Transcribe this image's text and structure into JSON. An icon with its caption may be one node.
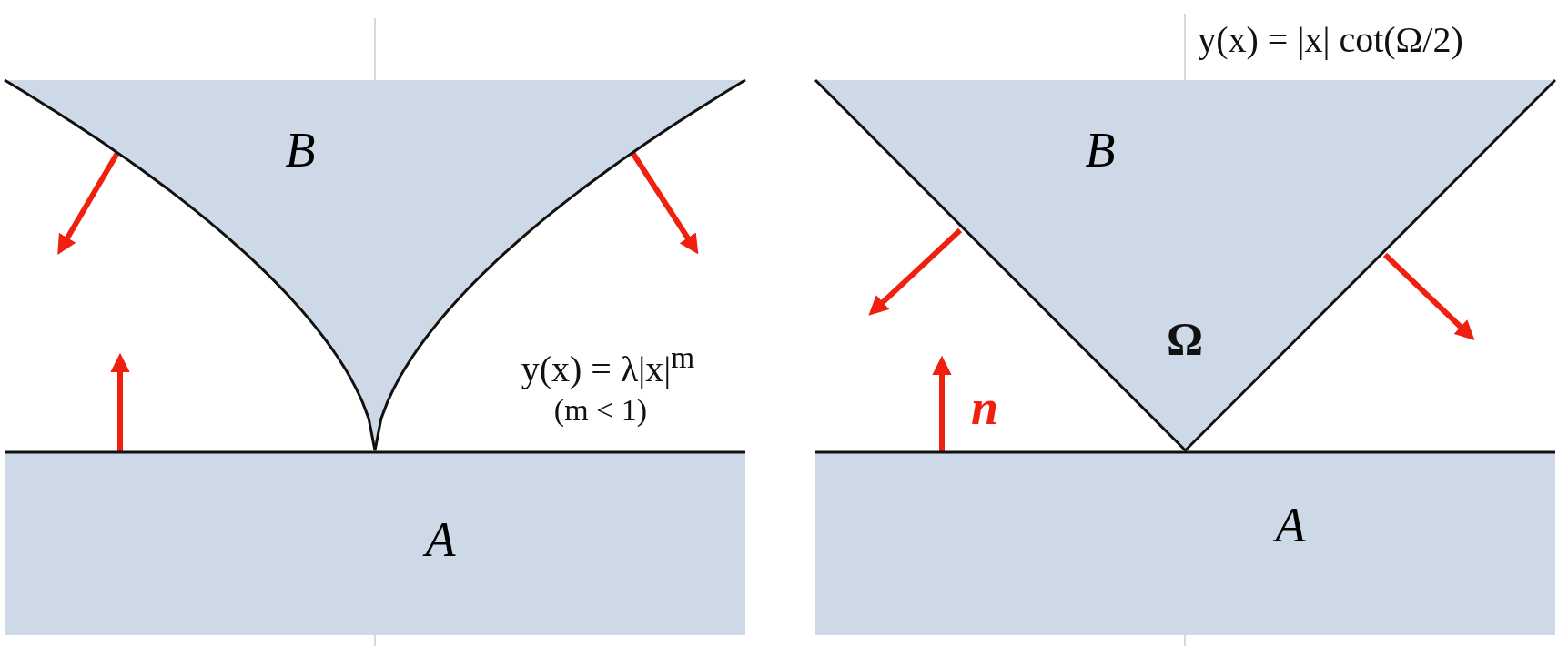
{
  "diagram": {
    "nodes": [
      {
        "text": [
          "B"
        ]
      },
      {
        "text": [
          "A"
        ]
      },
      {
        "text": [
          "B"
        ]
      },
      {
        "text": [
          "A"
        ]
      }
    ],
    "edges": [],
    "labels": [
      "y(x) = |x| cot(Ω/2)",
      "y(x) = λ|x|$^{m}$",
      "(m < 1)",
      "Ω",
      "n"
    ]
  }
}
